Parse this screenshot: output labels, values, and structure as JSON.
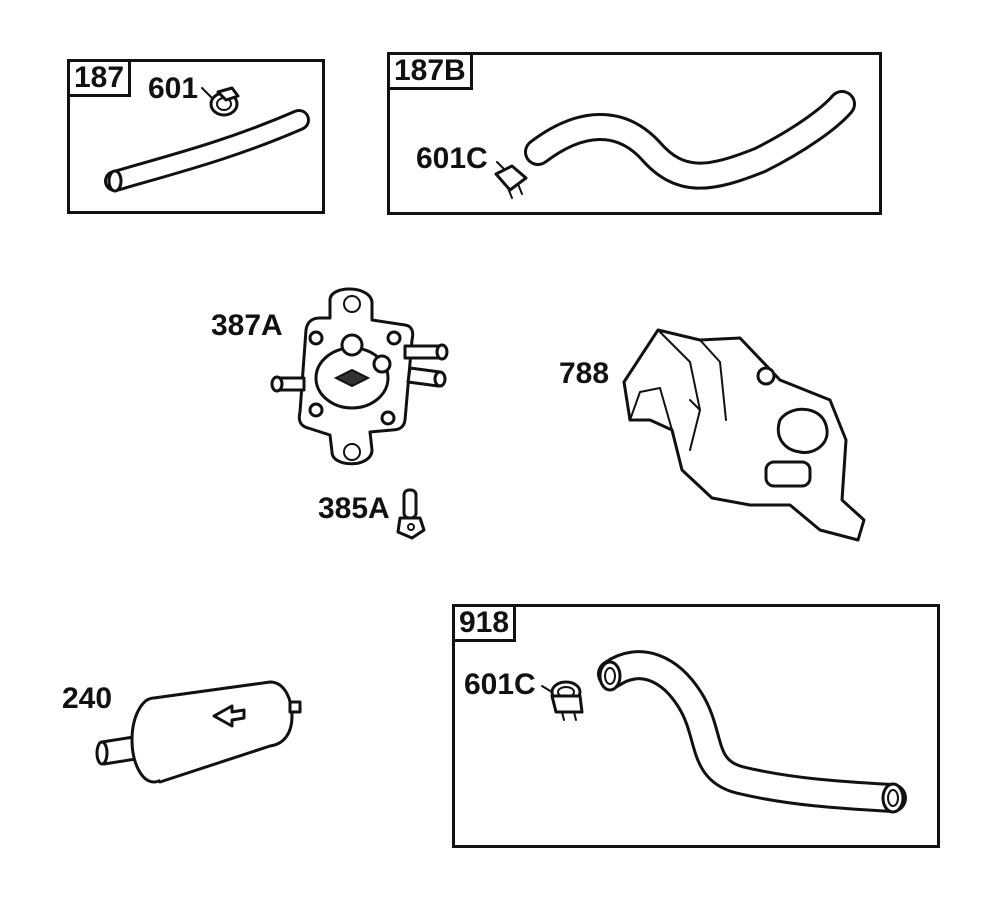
{
  "boxes": {
    "box_187": {
      "tag": "187",
      "clamp_label": "601"
    },
    "box_187b": {
      "tag": "187B",
      "clamp_label": "601C"
    },
    "box_918": {
      "tag": "918",
      "clamp_label": "601C"
    }
  },
  "callouts": {
    "fuel_pump": "387A",
    "screw": "385A",
    "bracket": "788",
    "fuel_filter": "240"
  }
}
